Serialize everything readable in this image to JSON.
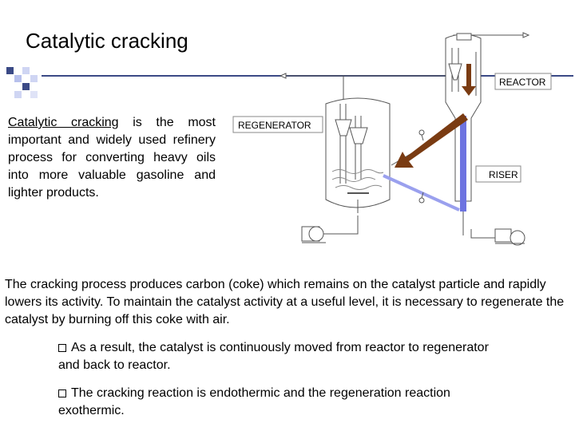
{
  "slide": {
    "title": "Catalytic cracking"
  },
  "intro": {
    "term": "Catalytic cracking",
    "text": " is the most important and widely used refinery process for converting heavy oils into more valuable gasoline and lighter products."
  },
  "diagram": {
    "labels": {
      "reactor": "REACTOR",
      "regenerator": "REGENERATOR",
      "riser": "RISER"
    },
    "colors": {
      "arrow": "#7a3b12",
      "riser": "#6d73e0",
      "transfer_line": "#9aa0ee",
      "accent": "#3b4a86"
    }
  },
  "body": {
    "paragraph": "The cracking process produces carbon (coke) which remains on the catalyst particle and rapidly lowers its activity. To maintain the catalyst activity at a useful level, it is necessary to regenerate the catalyst by burning off this coke with air.",
    "bullets": [
      "As a result, the catalyst is continuously moved from reactor to regenerator and back to reactor.",
      "The cracking reaction is endothermic and the regeneration reaction exothermic."
    ]
  }
}
